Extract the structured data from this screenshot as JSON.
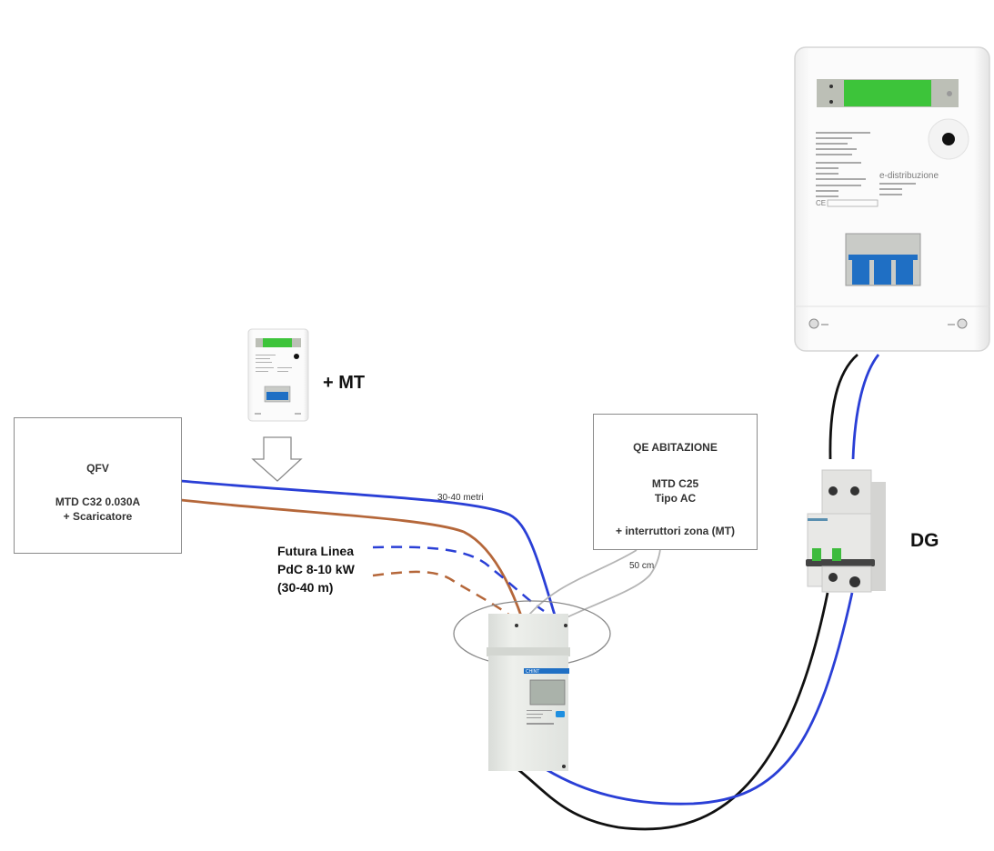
{
  "diagram": {
    "qfv_box": {
      "title": "QFV",
      "line1": "MTD C32 0.030A",
      "line2": "+ Scaricatore"
    },
    "qe_box": {
      "title": "QE  ABITAZIONE",
      "line1": "MTD  C25",
      "line2": "Tipo AC",
      "line3": "+ interruttori zona (MT)"
    },
    "small_meter_label": "+ MT",
    "cable_length_main": "30-40 metri",
    "cable_length_short": "50 cm",
    "future_line": {
      "line1": "Futura Linea",
      "line2": "PdC  8-10 kW",
      "line3": "(30-40 m)"
    },
    "dg_label": "DG",
    "utility_meter": {
      "brand": "e-distribuzione"
    },
    "energy_meter": {
      "brand": "CHINT"
    },
    "colors": {
      "phase_brown": "#b5673a",
      "neutral_blue": "#2a3fd6",
      "black_wire": "#111111",
      "grey_wire": "#b5b5b5",
      "lcd_green": "#3dc43a",
      "breaker_blue": "#1f6fc4"
    }
  }
}
